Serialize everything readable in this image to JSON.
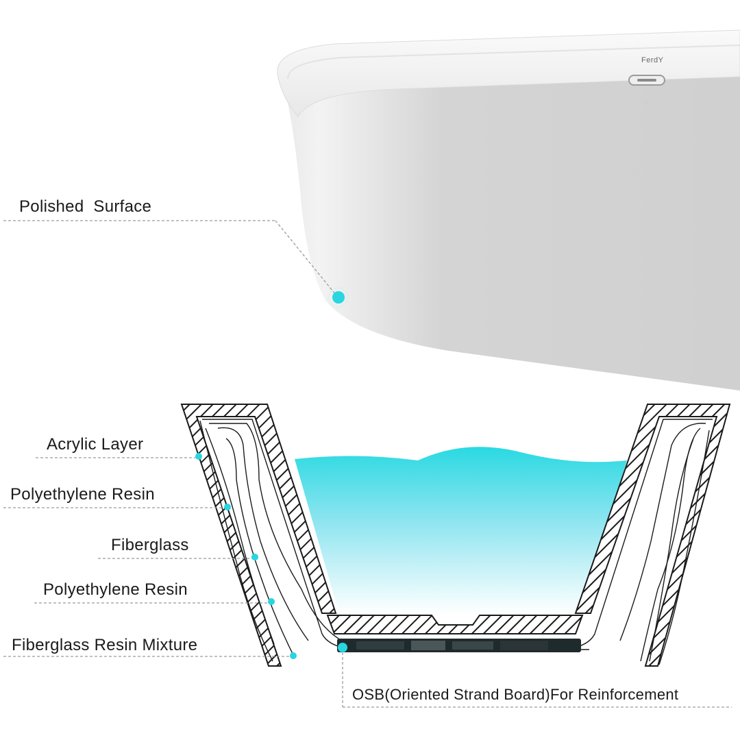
{
  "brand": "FerdY",
  "labels": {
    "polished_surface": "Polished  Surface",
    "acrylic_layer": "Acrylic Layer",
    "polyethylene_resin_1": "Polyethylene Resin",
    "fiberglass": "Fiberglass",
    "polyethylene_resin_2": "Polyethylene Resin",
    "fiberglass_resin_mixture": "Fiberglass Resin Mixture",
    "osb": "OSB(Oriented Strand Board)For Reinforcement"
  },
  "colors": {
    "marker": "#27d6e0",
    "water_top": "#2ad9e2",
    "water_bottom": "#ffffff",
    "leader_line": "#9a9a9a",
    "hatch": "#1a1a1a"
  }
}
